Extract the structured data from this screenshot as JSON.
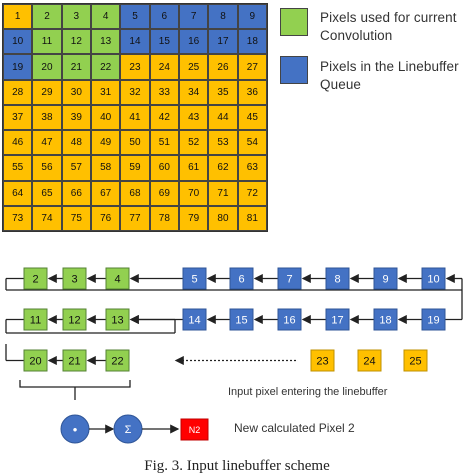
{
  "colors": {
    "green": "#92d050",
    "blue": "#4472c4",
    "yellow": "#ffc000",
    "red": "#ff0000"
  },
  "grid": {
    "cells": [
      {
        "n": "1",
        "c": "yellow"
      },
      {
        "n": "2",
        "c": "green"
      },
      {
        "n": "3",
        "c": "green"
      },
      {
        "n": "4",
        "c": "green"
      },
      {
        "n": "5",
        "c": "blue"
      },
      {
        "n": "6",
        "c": "blue"
      },
      {
        "n": "7",
        "c": "blue"
      },
      {
        "n": "8",
        "c": "blue"
      },
      {
        "n": "9",
        "c": "blue"
      },
      {
        "n": "10",
        "c": "blue"
      },
      {
        "n": "11",
        "c": "green"
      },
      {
        "n": "12",
        "c": "green"
      },
      {
        "n": "13",
        "c": "green"
      },
      {
        "n": "14",
        "c": "blue"
      },
      {
        "n": "15",
        "c": "blue"
      },
      {
        "n": "16",
        "c": "blue"
      },
      {
        "n": "17",
        "c": "blue"
      },
      {
        "n": "18",
        "c": "blue"
      },
      {
        "n": "19",
        "c": "blue"
      },
      {
        "n": "20",
        "c": "green"
      },
      {
        "n": "21",
        "c": "green"
      },
      {
        "n": "22",
        "c": "green"
      },
      {
        "n": "23",
        "c": "yellow"
      },
      {
        "n": "24",
        "c": "yellow"
      },
      {
        "n": "25",
        "c": "yellow"
      },
      {
        "n": "26",
        "c": "yellow"
      },
      {
        "n": "27",
        "c": "yellow"
      },
      {
        "n": "28",
        "c": "yellow"
      },
      {
        "n": "29",
        "c": "yellow"
      },
      {
        "n": "30",
        "c": "yellow"
      },
      {
        "n": "31",
        "c": "yellow"
      },
      {
        "n": "32",
        "c": "yellow"
      },
      {
        "n": "33",
        "c": "yellow"
      },
      {
        "n": "34",
        "c": "yellow"
      },
      {
        "n": "35",
        "c": "yellow"
      },
      {
        "n": "36",
        "c": "yellow"
      },
      {
        "n": "37",
        "c": "yellow"
      },
      {
        "n": "38",
        "c": "yellow"
      },
      {
        "n": "39",
        "c": "yellow"
      },
      {
        "n": "40",
        "c": "yellow"
      },
      {
        "n": "41",
        "c": "yellow"
      },
      {
        "n": "42",
        "c": "yellow"
      },
      {
        "n": "43",
        "c": "yellow"
      },
      {
        "n": "44",
        "c": "yellow"
      },
      {
        "n": "45",
        "c": "yellow"
      },
      {
        "n": "46",
        "c": "yellow"
      },
      {
        "n": "47",
        "c": "yellow"
      },
      {
        "n": "48",
        "c": "yellow"
      },
      {
        "n": "49",
        "c": "yellow"
      },
      {
        "n": "50",
        "c": "yellow"
      },
      {
        "n": "51",
        "c": "yellow"
      },
      {
        "n": "52",
        "c": "yellow"
      },
      {
        "n": "53",
        "c": "yellow"
      },
      {
        "n": "54",
        "c": "yellow"
      },
      {
        "n": "55",
        "c": "yellow"
      },
      {
        "n": "56",
        "c": "yellow"
      },
      {
        "n": "57",
        "c": "yellow"
      },
      {
        "n": "58",
        "c": "yellow"
      },
      {
        "n": "59",
        "c": "yellow"
      },
      {
        "n": "60",
        "c": "yellow"
      },
      {
        "n": "61",
        "c": "yellow"
      },
      {
        "n": "62",
        "c": "yellow"
      },
      {
        "n": "63",
        "c": "yellow"
      },
      {
        "n": "64",
        "c": "yellow"
      },
      {
        "n": "65",
        "c": "yellow"
      },
      {
        "n": "66",
        "c": "yellow"
      },
      {
        "n": "67",
        "c": "yellow"
      },
      {
        "n": "68",
        "c": "yellow"
      },
      {
        "n": "69",
        "c": "yellow"
      },
      {
        "n": "70",
        "c": "yellow"
      },
      {
        "n": "71",
        "c": "yellow"
      },
      {
        "n": "72",
        "c": "yellow"
      },
      {
        "n": "73",
        "c": "yellow"
      },
      {
        "n": "74",
        "c": "yellow"
      },
      {
        "n": "75",
        "c": "yellow"
      },
      {
        "n": "76",
        "c": "yellow"
      },
      {
        "n": "77",
        "c": "yellow"
      },
      {
        "n": "78",
        "c": "yellow"
      },
      {
        "n": "79",
        "c": "yellow"
      },
      {
        "n": "80",
        "c": "yellow"
      },
      {
        "n": "81",
        "c": "yellow"
      }
    ]
  },
  "legend": {
    "green_text": "Pixels used for current Convolution",
    "blue_text": "Pixels in the Linebuffer Queue"
  },
  "diagram": {
    "row1": [
      {
        "n": "2",
        "c": "green"
      },
      {
        "n": "3",
        "c": "green"
      },
      {
        "n": "4",
        "c": "green"
      },
      {
        "n": "5",
        "c": "blue"
      },
      {
        "n": "6",
        "c": "blue"
      },
      {
        "n": "7",
        "c": "blue"
      },
      {
        "n": "8",
        "c": "blue"
      },
      {
        "n": "9",
        "c": "blue"
      },
      {
        "n": "10",
        "c": "blue"
      }
    ],
    "row2": [
      {
        "n": "11",
        "c": "green"
      },
      {
        "n": "12",
        "c": "green"
      },
      {
        "n": "13",
        "c": "green"
      },
      {
        "n": "14",
        "c": "blue"
      },
      {
        "n": "15",
        "c": "blue"
      },
      {
        "n": "16",
        "c": "blue"
      },
      {
        "n": "17",
        "c": "blue"
      },
      {
        "n": "18",
        "c": "blue"
      },
      {
        "n": "19",
        "c": "blue"
      }
    ],
    "row3": [
      {
        "n": "20",
        "c": "green"
      },
      {
        "n": "21",
        "c": "green"
      },
      {
        "n": "22",
        "c": "green"
      }
    ],
    "incoming": [
      {
        "n": "23",
        "c": "yellow"
      },
      {
        "n": "24",
        "c": "yellow"
      },
      {
        "n": "25",
        "c": "yellow"
      }
    ],
    "input_caption": "Input pixel entering the linebuffer",
    "multiply_symbol": "•",
    "sum_symbol": "Σ",
    "output_label": "N2",
    "output_caption": "New calculated Pixel 2"
  },
  "figure_caption": "Fig. 3. Input linebuffer scheme"
}
